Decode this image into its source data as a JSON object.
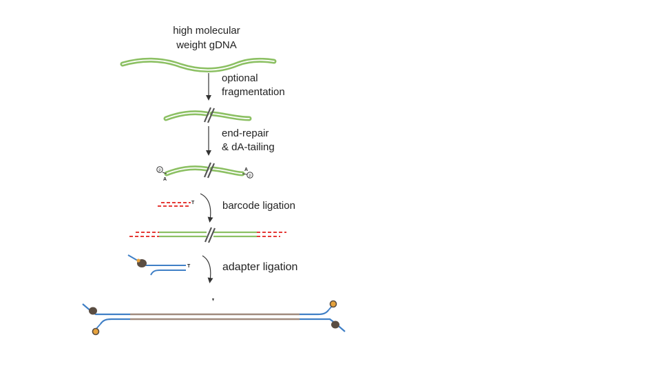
{
  "labels": {
    "input": [
      "high molecular",
      "weight gDNA"
    ],
    "step1": [
      "optional",
      "fragmentation"
    ],
    "step2": [
      "end-repair",
      "& dA-tailing"
    ],
    "step3": "barcode ligation",
    "step4": "adapter ligation"
  },
  "marks": {
    "a_overhang": "A",
    "t_overhang": "T",
    "phosphate": "p"
  },
  "colors": {
    "dna": "#8cc063",
    "dna_inner": "#ffffff",
    "barcode": "#e53935",
    "adapter": "#3f7fc6",
    "final_insert": "#a08a7d",
    "motor_protein": "#5a4d42",
    "tether": "#e6a23c",
    "arrow": "#333333"
  }
}
